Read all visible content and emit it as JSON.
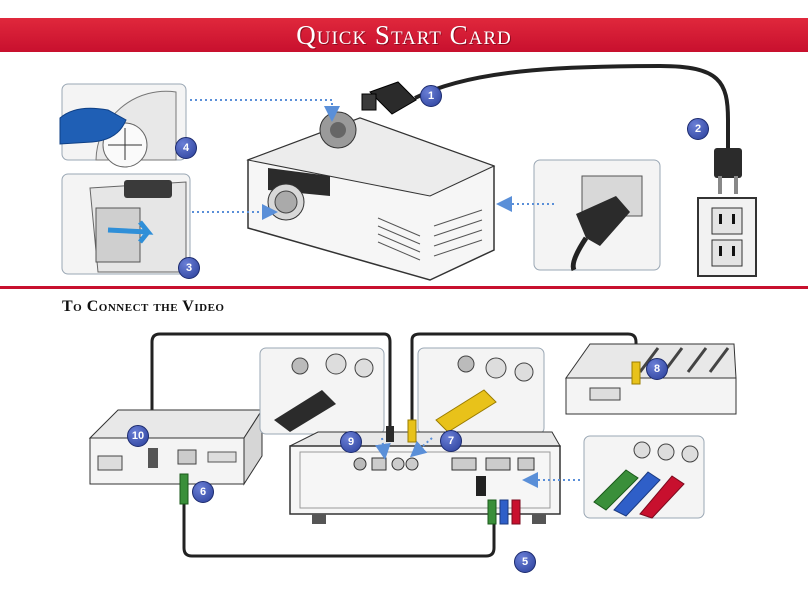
{
  "header": {
    "title": "Quick Start Card"
  },
  "section": {
    "title": "To Connect the Video"
  },
  "steps": [
    "1",
    "2",
    "3",
    "4",
    "5",
    "6",
    "7",
    "8",
    "9",
    "10"
  ],
  "colors": {
    "banner": "#c8102e",
    "badge": "#3a4fb5",
    "arrow": "#5a8fd8"
  }
}
